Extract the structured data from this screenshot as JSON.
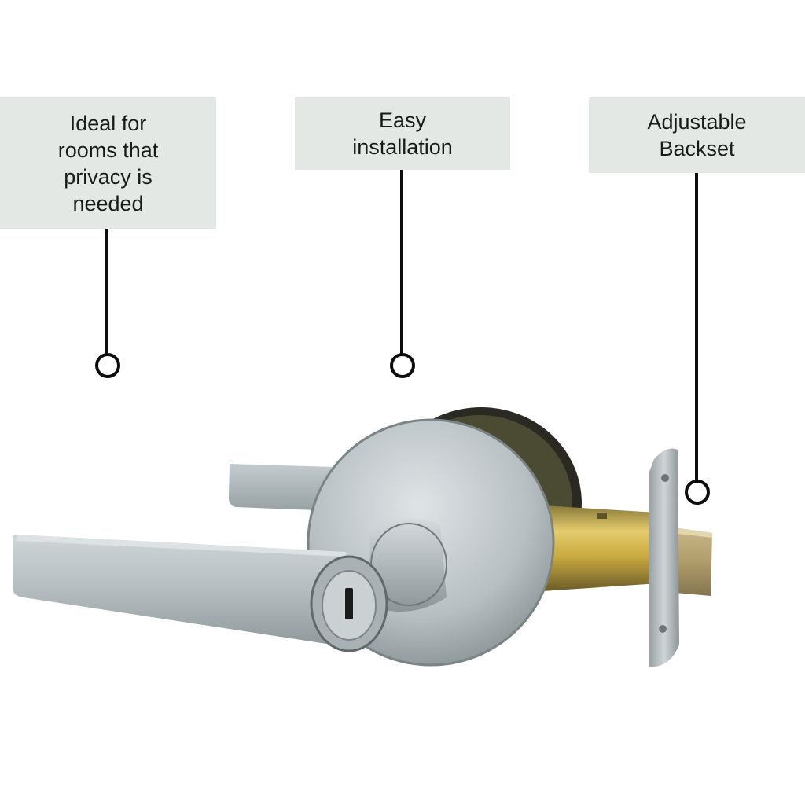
{
  "callouts": {
    "privacy": {
      "lines": [
        "Ideal for",
        "rooms that",
        "privacy is",
        "needed"
      ]
    },
    "installation": {
      "lines": [
        "Easy",
        "installation"
      ]
    },
    "backset": {
      "lines": [
        "Adjustable",
        "Backset"
      ]
    }
  },
  "colors": {
    "callout_background": "#e3e8e5",
    "connector": "#0d0d0d",
    "lever_satin": "#b9c1c4",
    "brass_latch": "#c9a83e"
  },
  "image": {
    "subject": "lever-door-handle-privacy-lock"
  }
}
